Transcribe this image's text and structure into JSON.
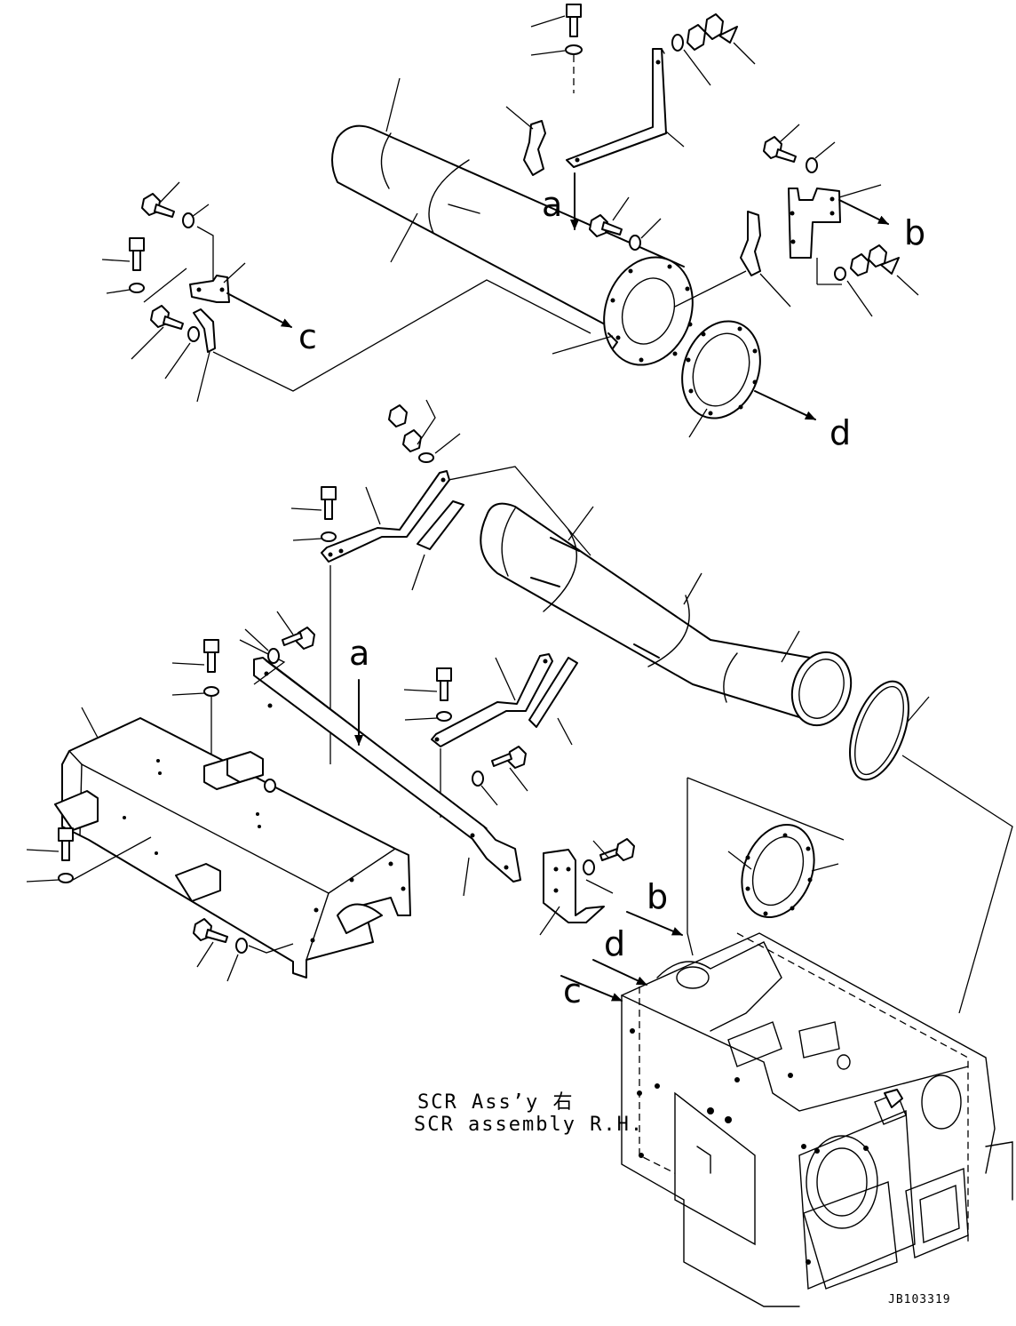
{
  "callouts": {
    "a": "a",
    "b": "b",
    "c": "c",
    "d": "d"
  },
  "caption": {
    "line1": "SCR Ass’y 右",
    "line2": "SCR assembly R.H."
  },
  "drawing_code": "JB103319"
}
